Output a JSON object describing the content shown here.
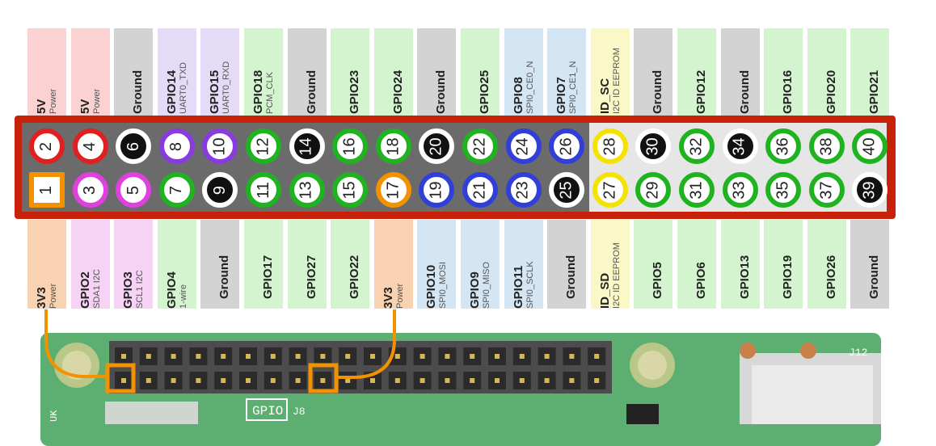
{
  "top_labels": [
    {
      "name": "5V",
      "sub": "Power",
      "color": "#fbd1d1"
    },
    {
      "name": "5V",
      "sub": "Power",
      "color": "#fbd1d1"
    },
    {
      "name": "Ground",
      "sub": "",
      "color": "#d3d3d3"
    },
    {
      "name": "GPIO14",
      "sub": "UART0_TXD",
      "color": "#e4dcf6"
    },
    {
      "name": "GPIO15",
      "sub": "UART0_RXD",
      "color": "#e4dcf6"
    },
    {
      "name": "GPIO18",
      "sub": "PCM_CLK",
      "color": "#d4f4d0"
    },
    {
      "name": "Ground",
      "sub": "",
      "color": "#d3d3d3"
    },
    {
      "name": "GPIO23",
      "sub": "",
      "color": "#d4f4d0"
    },
    {
      "name": "GPIO24",
      "sub": "",
      "color": "#d4f4d0"
    },
    {
      "name": "Ground",
      "sub": "",
      "color": "#d3d3d3"
    },
    {
      "name": "GPIO25",
      "sub": "",
      "color": "#d4f4d0"
    },
    {
      "name": "GPIO8",
      "sub": "SPI0_CE0_N",
      "color": "#d4e6f4"
    },
    {
      "name": "GPIO7",
      "sub": "SPI0_CE1_N",
      "color": "#d4e6f4"
    },
    {
      "name": "ID_SC",
      "sub": "I2C ID EEPROM",
      "color": "#fbf8c8"
    },
    {
      "name": "Ground",
      "sub": "",
      "color": "#d3d3d3"
    },
    {
      "name": "GPIO12",
      "sub": "",
      "color": "#d4f4d0"
    },
    {
      "name": "Ground",
      "sub": "",
      "color": "#d3d3d3"
    },
    {
      "name": "GPIO16",
      "sub": "",
      "color": "#d4f4d0"
    },
    {
      "name": "GPIO20",
      "sub": "",
      "color": "#d4f4d0"
    },
    {
      "name": "GPIO21",
      "sub": "",
      "color": "#d4f4d0"
    }
  ],
  "bottom_labels": [
    {
      "name": "3V3",
      "sub": "Power",
      "color": "#f9d2b2"
    },
    {
      "name": "GPIO2",
      "sub": "SDA1 I2C",
      "color": "#f6d3f5"
    },
    {
      "name": "GPIO3",
      "sub": "SCL1 I2C",
      "color": "#f6d3f5"
    },
    {
      "name": "GPIO4",
      "sub": "1-wire",
      "color": "#d4f4d0"
    },
    {
      "name": "Ground",
      "sub": "",
      "color": "#d3d3d3"
    },
    {
      "name": "GPIO17",
      "sub": "",
      "color": "#d4f4d0"
    },
    {
      "name": "GPIO27",
      "sub": "",
      "color": "#d4f4d0"
    },
    {
      "name": "GPIO22",
      "sub": "",
      "color": "#d4f4d0"
    },
    {
      "name": "3V3",
      "sub": "Power",
      "color": "#f9d2b2"
    },
    {
      "name": "GPIO10",
      "sub": "SPI0_MOSI",
      "color": "#d4e6f4"
    },
    {
      "name": "GPIO9",
      "sub": "SPI0_MISO",
      "color": "#d4e6f4"
    },
    {
      "name": "GPIO11",
      "sub": "SPI0_SCLK",
      "color": "#d4e6f4"
    },
    {
      "name": "Ground",
      "sub": "",
      "color": "#d3d3d3"
    },
    {
      "name": "ID_SD",
      "sub": "I2C ID EEPROM",
      "color": "#fbf8c8"
    },
    {
      "name": "GPIO5",
      "sub": "",
      "color": "#d4f4d0"
    },
    {
      "name": "GPIO6",
      "sub": "",
      "color": "#d4f4d0"
    },
    {
      "name": "GPIO13",
      "sub": "",
      "color": "#d4f4d0"
    },
    {
      "name": "GPIO19",
      "sub": "",
      "color": "#d4f4d0"
    },
    {
      "name": "GPIO26",
      "sub": "",
      "color": "#d4f4d0"
    },
    {
      "name": "Ground",
      "sub": "",
      "color": "#d3d3d3"
    }
  ],
  "top_pins": [
    {
      "num": "2",
      "ring": "#e02020",
      "fill": "#ffffff",
      "text": "#222222"
    },
    {
      "num": "4",
      "ring": "#e02020",
      "fill": "#ffffff",
      "text": "#222222"
    },
    {
      "num": "6",
      "ring": "#ffffff",
      "fill": "#111111",
      "text": "#ffffff"
    },
    {
      "num": "8",
      "ring": "#8a3be0",
      "fill": "#ffffff",
      "text": "#222222"
    },
    {
      "num": "10",
      "ring": "#8a3be0",
      "fill": "#ffffff",
      "text": "#222222"
    },
    {
      "num": "12",
      "ring": "#1fb31f",
      "fill": "#ffffff",
      "text": "#222222"
    },
    {
      "num": "14",
      "ring": "#ffffff",
      "fill": "#111111",
      "text": "#ffffff"
    },
    {
      "num": "16",
      "ring": "#1fb31f",
      "fill": "#ffffff",
      "text": "#222222"
    },
    {
      "num": "18",
      "ring": "#1fb31f",
      "fill": "#ffffff",
      "text": "#222222"
    },
    {
      "num": "20",
      "ring": "#ffffff",
      "fill": "#111111",
      "text": "#ffffff"
    },
    {
      "num": "22",
      "ring": "#1fb31f",
      "fill": "#ffffff",
      "text": "#222222"
    },
    {
      "num": "24",
      "ring": "#2f3fd8",
      "fill": "#ffffff",
      "text": "#222222"
    },
    {
      "num": "26",
      "ring": "#2f3fd8",
      "fill": "#ffffff",
      "text": "#222222"
    },
    {
      "num": "28",
      "ring": "#f4e300",
      "fill": "#ffffff",
      "text": "#222222"
    },
    {
      "num": "30",
      "ring": "#ffffff",
      "fill": "#111111",
      "text": "#ffffff"
    },
    {
      "num": "32",
      "ring": "#1fb31f",
      "fill": "#ffffff",
      "text": "#222222"
    },
    {
      "num": "34",
      "ring": "#ffffff",
      "fill": "#111111",
      "text": "#ffffff"
    },
    {
      "num": "36",
      "ring": "#1fb31f",
      "fill": "#ffffff",
      "text": "#222222"
    },
    {
      "num": "38",
      "ring": "#1fb31f",
      "fill": "#ffffff",
      "text": "#222222"
    },
    {
      "num": "40",
      "ring": "#1fb31f",
      "fill": "#ffffff",
      "text": "#222222"
    }
  ],
  "bottom_pins": [
    {
      "num": "1",
      "ring": "#f39200",
      "fill": "#ffffff",
      "text": "#222222",
      "square": true
    },
    {
      "num": "3",
      "ring": "#e040e0",
      "fill": "#ffffff",
      "text": "#222222"
    },
    {
      "num": "5",
      "ring": "#e040e0",
      "fill": "#ffffff",
      "text": "#222222"
    },
    {
      "num": "7",
      "ring": "#1fb31f",
      "fill": "#ffffff",
      "text": "#222222"
    },
    {
      "num": "9",
      "ring": "#ffffff",
      "fill": "#111111",
      "text": "#ffffff"
    },
    {
      "num": "11",
      "ring": "#1fb31f",
      "fill": "#ffffff",
      "text": "#222222"
    },
    {
      "num": "13",
      "ring": "#1fb31f",
      "fill": "#ffffff",
      "text": "#222222"
    },
    {
      "num": "15",
      "ring": "#1fb31f",
      "fill": "#ffffff",
      "text": "#222222"
    },
    {
      "num": "17",
      "ring": "#f39200",
      "fill": "#ffffff",
      "text": "#222222"
    },
    {
      "num": "19",
      "ring": "#2f3fd8",
      "fill": "#ffffff",
      "text": "#222222"
    },
    {
      "num": "21",
      "ring": "#2f3fd8",
      "fill": "#ffffff",
      "text": "#222222"
    },
    {
      "num": "23",
      "ring": "#2f3fd8",
      "fill": "#ffffff",
      "text": "#222222"
    },
    {
      "num": "25",
      "ring": "#ffffff",
      "fill": "#111111",
      "text": "#ffffff"
    },
    {
      "num": "27",
      "ring": "#f4e300",
      "fill": "#ffffff",
      "text": "#222222"
    },
    {
      "num": "29",
      "ring": "#1fb31f",
      "fill": "#ffffff",
      "text": "#222222"
    },
    {
      "num": "31",
      "ring": "#1fb31f",
      "fill": "#ffffff",
      "text": "#222222"
    },
    {
      "num": "33",
      "ring": "#1fb31f",
      "fill": "#ffffff",
      "text": "#222222"
    },
    {
      "num": "35",
      "ring": "#1fb31f",
      "fill": "#ffffff",
      "text": "#222222"
    },
    {
      "num": "37",
      "ring": "#1fb31f",
      "fill": "#ffffff",
      "text": "#222222"
    },
    {
      "num": "39",
      "ring": "#ffffff",
      "fill": "#111111",
      "text": "#ffffff"
    }
  ],
  "board": {
    "silkscreen_gpio": "GPIO",
    "silkscreen_j8": "J8",
    "silkscreen_j12": "J12",
    "silkscreen_uk": "UK"
  }
}
